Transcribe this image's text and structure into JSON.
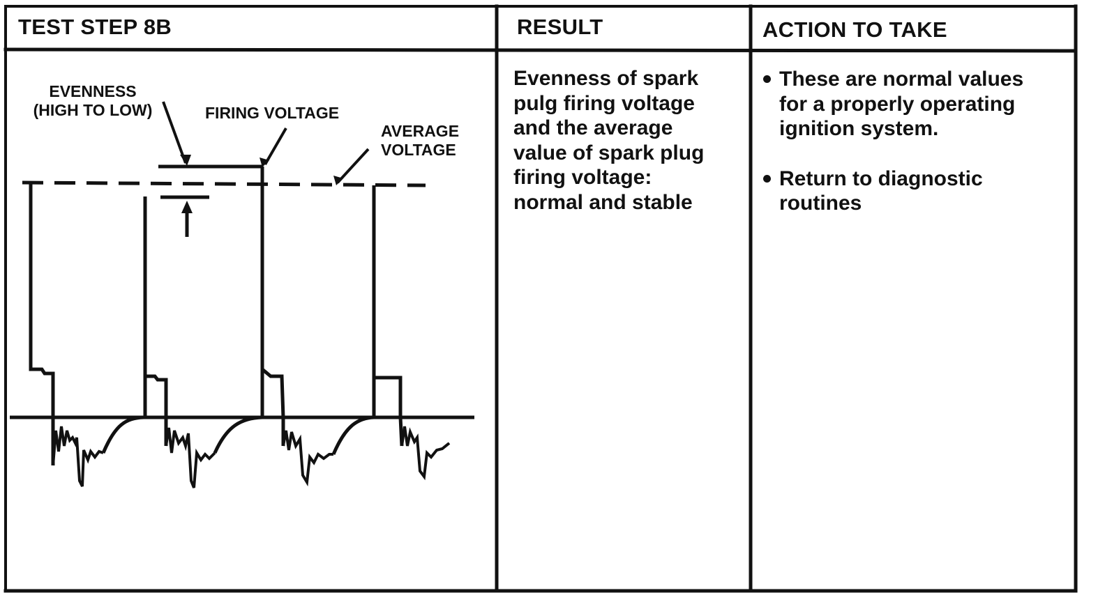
{
  "table": {
    "headers": {
      "test_step": "TEST STEP 8B",
      "result": "RESULT",
      "action": "ACTION TO TAKE"
    },
    "diagram_labels": {
      "evenness_line1": "EVENNESS",
      "evenness_line2": "(HIGH TO LOW)",
      "firing_voltage": "FIRING VOLTAGE",
      "average_line1": "AVERAGE",
      "average_line2": "VOLTAGE"
    },
    "result_lines": [
      "Evenness of spark",
      "pulg firing voltage",
      "and the average",
      "value of spark plug",
      "firing voltage:",
      "normal and stable"
    ],
    "actions": [
      {
        "lines": [
          "These are normal values",
          "for a properly operating",
          "ignition system."
        ]
      },
      {
        "lines": [
          "Return to diagnostic",
          "routines"
        ]
      }
    ]
  },
  "colors": {
    "ink": "#111111",
    "paper": "#ffffff"
  }
}
